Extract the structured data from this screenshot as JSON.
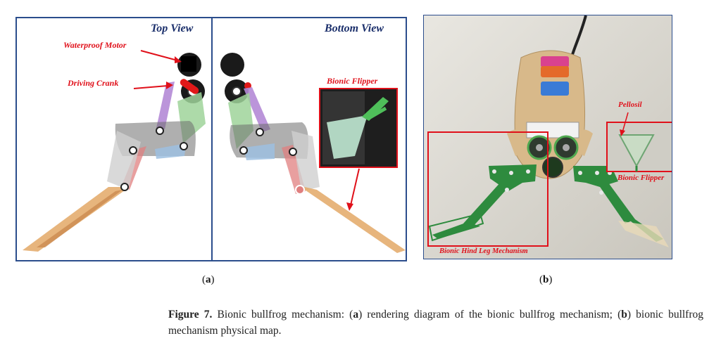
{
  "panel_a": {
    "top_view_title": "Top View",
    "bottom_view_title": "Bottom View",
    "callouts": {
      "motor": "Waterproof Motor",
      "crank": "Driving Crank",
      "flipper": "Bionic Flipper"
    }
  },
  "panel_b": {
    "callouts": {
      "pellosil": "Pellosil",
      "flipper": "Bionic Flipper",
      "hind_leg": "Bionic Hind Leg Mechanism"
    }
  },
  "subfigure_labels": {
    "a_open": "(",
    "a": "a",
    "a_close": ")",
    "b_open": "(",
    "b": "b",
    "b_close": ")"
  },
  "caption": {
    "label": "Figure 7.",
    "part1": " Bionic bullfrog mechanism: (",
    "a": "a",
    "part2": ") rendering diagram of the bionic bullfrog mechanism; (",
    "b": "b",
    "part3": ") bionic bullfrog mechanism physical map."
  },
  "colors": {
    "frame": "#2b4d8c",
    "callout": "#e0101a",
    "title": "#1b2f6b"
  }
}
